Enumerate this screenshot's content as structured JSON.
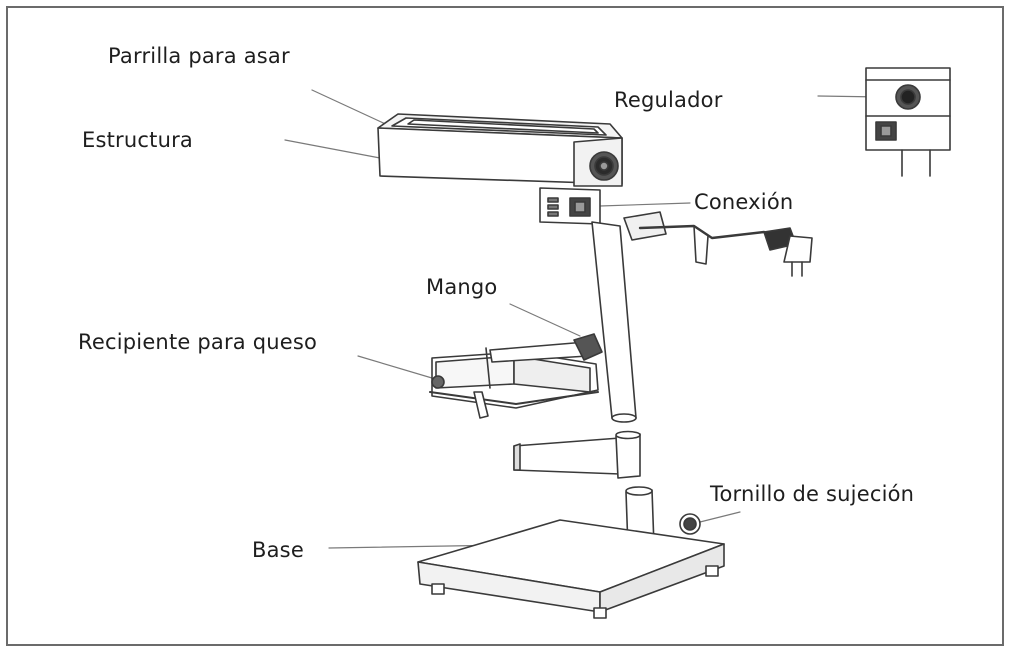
{
  "labels": {
    "parrilla": "Parrilla para asar",
    "estructura": "Estructura",
    "regulador": "Regulador",
    "conexion": "Conexión",
    "mango": "Mango",
    "recipiente": "Recipiente para queso",
    "tornillo": "Tornillo de sujeción",
    "base": "Base"
  }
}
